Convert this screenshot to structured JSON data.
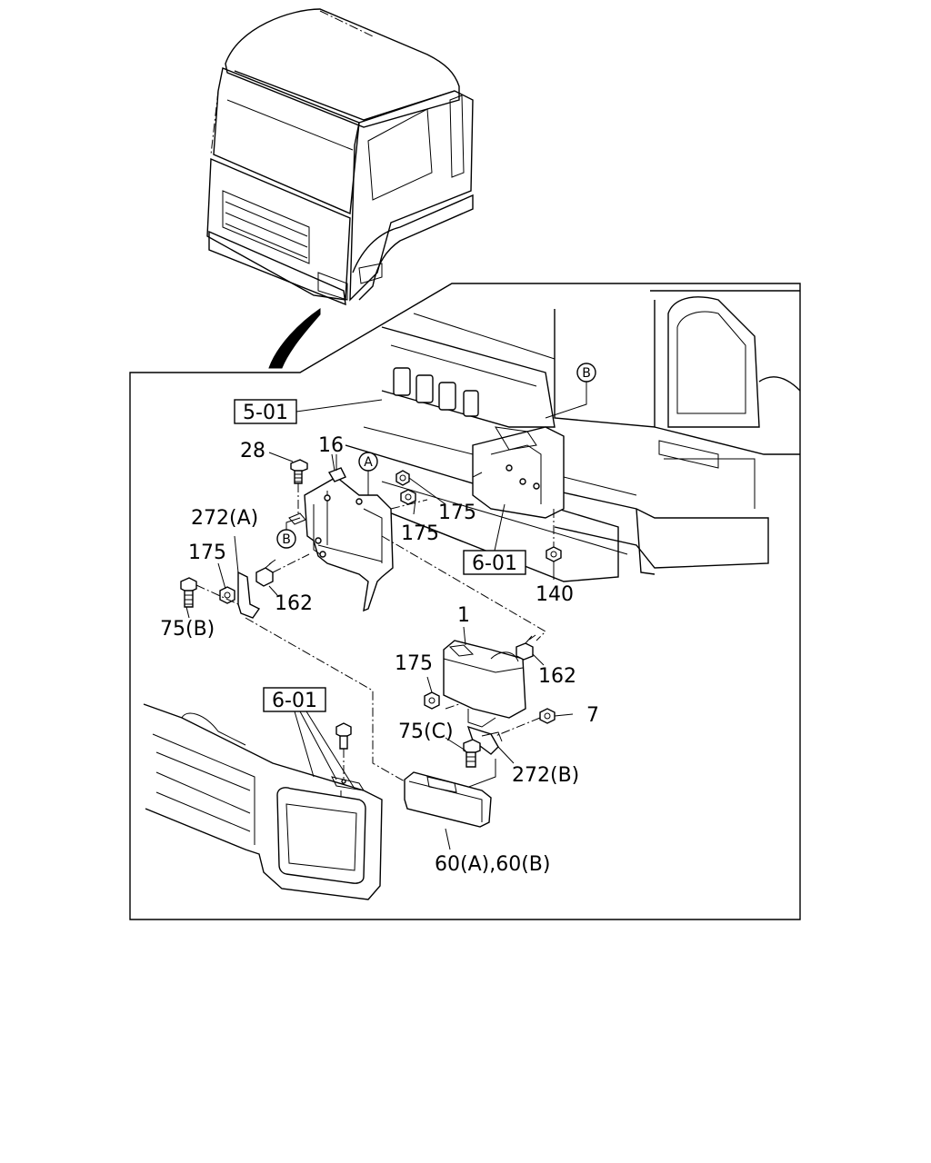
{
  "callouts": {
    "ref_5_01": "5-01",
    "ref_6_01_right": "6-01",
    "ref_6_01_left": "6-01",
    "circle_b_top": "B",
    "circle_a_top": "A",
    "circle_b_left": "B",
    "circle_a_bottom": "A",
    "p28": "28",
    "p16": "16",
    "p175_a": "175",
    "p175_b": "175",
    "p272a": "272(A)",
    "p175_c": "175",
    "p162_a": "162",
    "p75b": "75(B)",
    "p140": "140",
    "p1": "1",
    "p175_d": "175",
    "p162_b": "162",
    "p7": "7",
    "p75c": "75(C)",
    "p272b": "272(B)",
    "p60": "60(A),60(B)"
  }
}
